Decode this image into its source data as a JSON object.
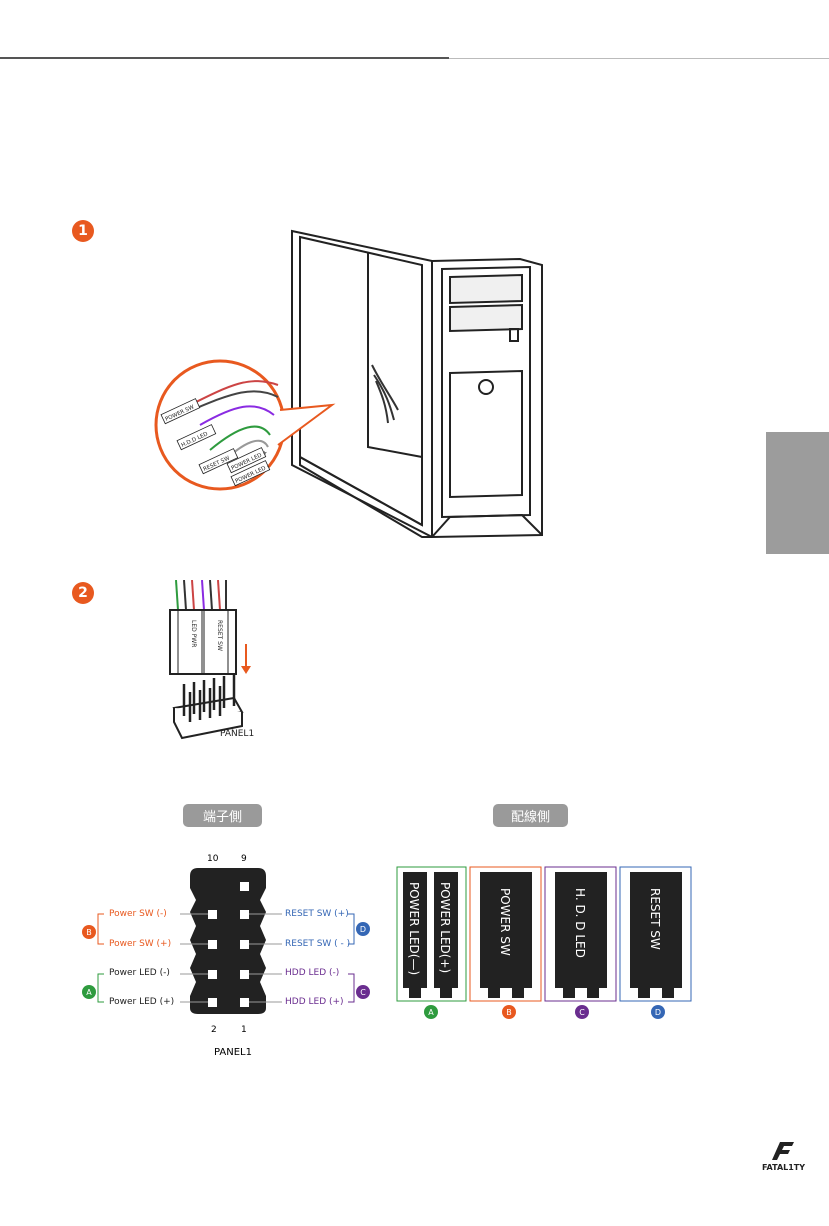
{
  "step_markers": [
    "1",
    "2"
  ],
  "illustration1": {
    "callout_labels": [
      "POWER SW",
      "H.D.D LED",
      "RESET SW",
      "POWER LED +",
      "POWER LED -"
    ]
  },
  "illustration2": {
    "connector_labels": [
      "LED PWR",
      "RESET SW"
    ],
    "header_label": "PANEL1"
  },
  "pin_side": {
    "title": "端子側",
    "pin_numbers_top": [
      "10",
      "9"
    ],
    "pin_numbers_bottom": [
      "2",
      "1"
    ],
    "header_label": "PANEL1",
    "left_labels": [
      {
        "text": "Power SW (-)",
        "group": "B"
      },
      {
        "text": "Power SW (+)",
        "group": "B"
      },
      {
        "text": "Power LED (-)",
        "group": "A"
      },
      {
        "text": "Power LED (+)",
        "group": "A"
      }
    ],
    "right_labels": [
      {
        "text": "RESET SW (+)",
        "group": "D"
      },
      {
        "text": "RESET SW ( - )",
        "group": "D"
      },
      {
        "text": "HDD LED (-)",
        "group": "C"
      },
      {
        "text": "HDD LED (+)",
        "group": "C"
      }
    ],
    "group_letters": {
      "A": "A",
      "B": "B",
      "C": "C",
      "D": "D"
    }
  },
  "wire_side": {
    "title": "配線側",
    "connectors": [
      {
        "labels": [
          "POWER LED(—)",
          "POWER LED(+)"
        ],
        "group": "A"
      },
      {
        "labels": [
          "POWER SW"
        ],
        "group": "B"
      },
      {
        "labels": [
          "H. D. D LED"
        ],
        "group": "C"
      },
      {
        "labels": [
          "RESET SW"
        ],
        "group": "D"
      }
    ]
  },
  "colors": {
    "accent": "#e8591f",
    "A": "#2e9b3e",
    "B": "#e8591f",
    "C": "#6a2d8f",
    "D": "#3567b5",
    "connector": "#222222",
    "pill": "#9a9a9a"
  },
  "brand": {
    "logo_text": "FATAL1TY"
  }
}
